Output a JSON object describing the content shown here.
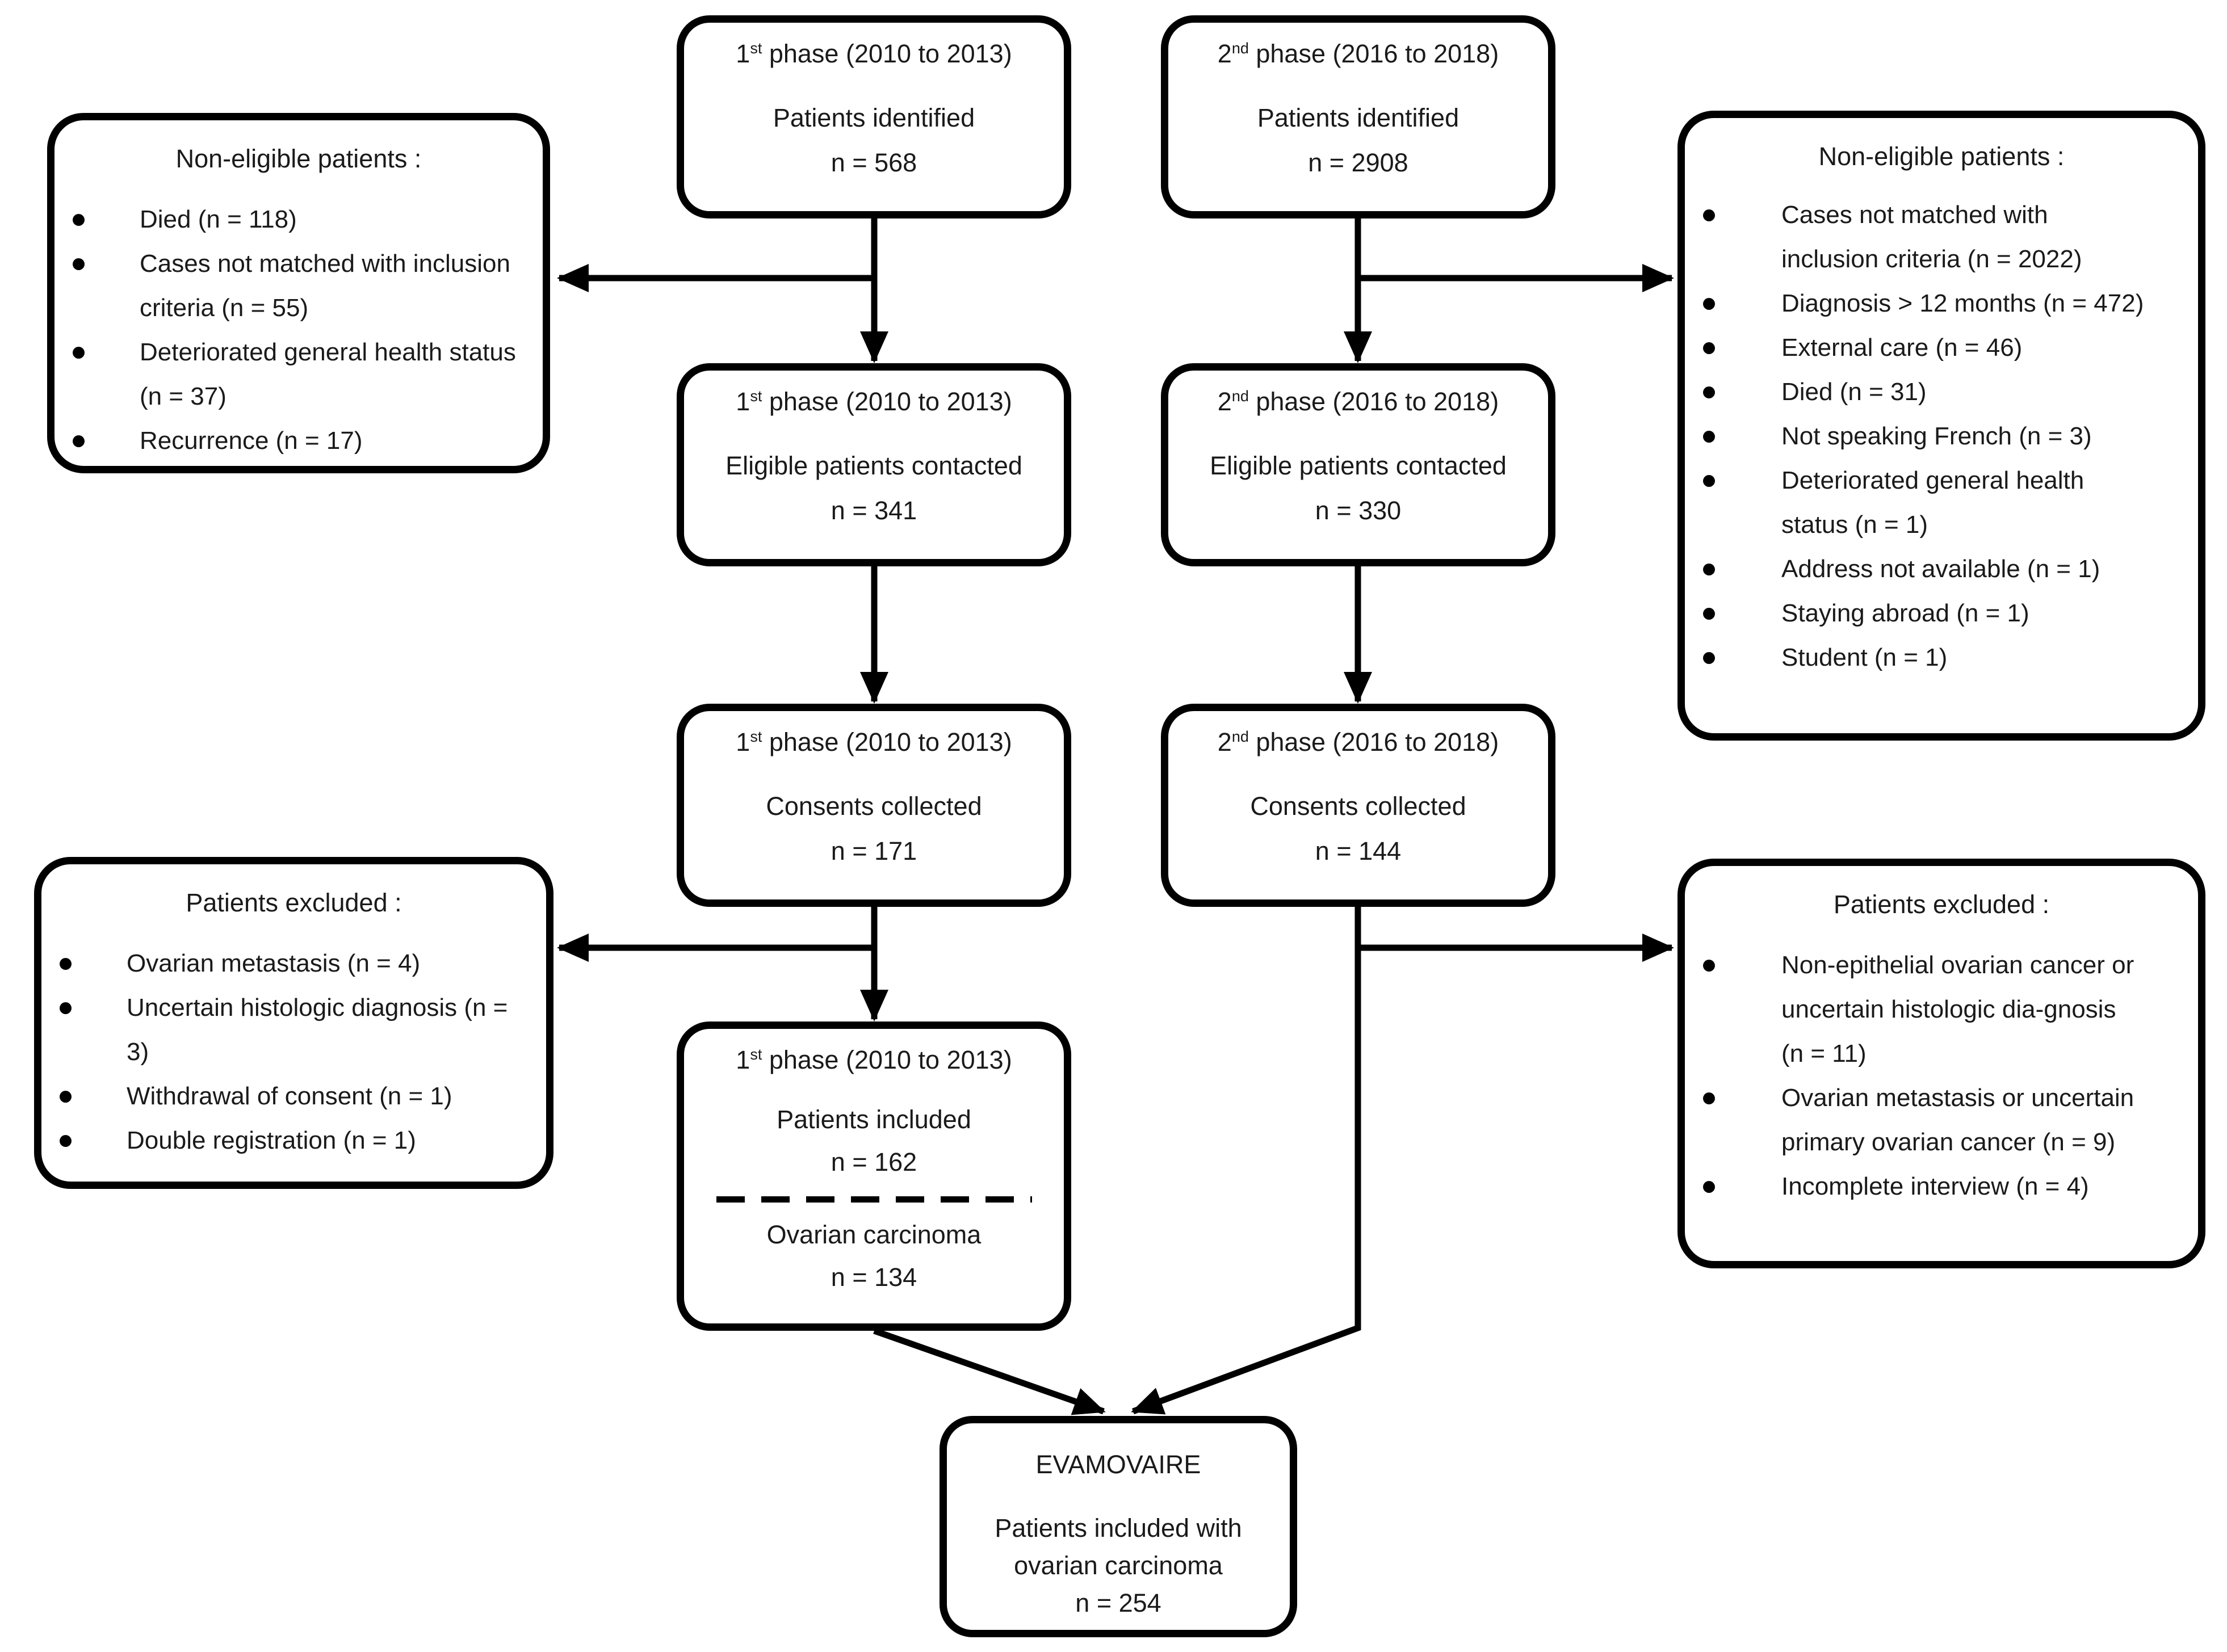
{
  "colors": {
    "stroke": "#000000",
    "text": "#1a1a1a",
    "background": "#ffffff"
  },
  "flow": {
    "phase1": {
      "identified": {
        "phase_num": "1",
        "phase_suffix": "st",
        "phase_rest": " phase (2010 to 2013)",
        "label": "Patients identified",
        "count": "n = 568"
      },
      "contacted": {
        "phase_num": "1",
        "phase_suffix": "st",
        "phase_rest": " phase (2010 to 2013)",
        "label": "Eligible patients contacted",
        "count": "n = 341"
      },
      "consents": {
        "phase_num": "1",
        "phase_suffix": "st",
        "phase_rest": " phase (2010 to 2013)",
        "label": "Consents collected",
        "count": "n = 171"
      },
      "included": {
        "phase_num": "1",
        "phase_suffix": "st",
        "phase_rest": " phase (2010 to 2013)",
        "label": "Patients included",
        "count": "n = 162",
        "sub_label": "Ovarian carcinoma",
        "sub_count": "n = 134"
      }
    },
    "phase2": {
      "identified": {
        "phase_num": "2",
        "phase_suffix": "nd",
        "phase_rest": " phase (2016 to 2018)",
        "label": "Patients identified",
        "count": "n = 2908"
      },
      "contacted": {
        "phase_num": "2",
        "phase_suffix": "nd",
        "phase_rest": " phase (2016 to 2018)",
        "label": "Eligible patients contacted",
        "count": "n = 330"
      },
      "consents": {
        "phase_num": "2",
        "phase_suffix": "nd",
        "phase_rest": " phase (2016 to 2018)",
        "label": "Consents collected",
        "count": "n = 144"
      }
    },
    "final": {
      "title": "EVAMOVAIRE",
      "label_line1": "Patients included with",
      "label_line2": "ovarian carcinoma",
      "count": "n = 254"
    }
  },
  "lists": {
    "noneligible1": {
      "title": "Non-eligible patients :",
      "items": [
        "Died (n = 118)",
        "Cases not matched with inclusion criteria (n = 55)",
        "Deteriorated general health status (n = 37)",
        "Recurrence (n = 17)"
      ]
    },
    "noneligible2": {
      "title": "Non-eligible patients :",
      "items": [
        "Cases not matched with inclusion criteria (n = 2022)",
        "Diagnosis > 12 months (n = 472)",
        "External care (n = 46)",
        "Died (n = 31)",
        "Not speaking French (n = 3)",
        "Deteriorated general health status (n = 1)",
        "Address not available (n = 1)",
        "Staying abroad (n = 1)",
        "Student (n = 1)"
      ]
    },
    "excluded1": {
      "title": "Patients excluded :",
      "items": [
        "Ovarian metastasis (n = 4)",
        "Uncertain histologic diagnosis (n = 3)",
        "Withdrawal of consent (n = 1)",
        "Double registration (n = 1)"
      ]
    },
    "excluded2": {
      "title": "Patients excluded :",
      "items": [
        "Non-epithelial ovarian cancer or uncertain histologic dia-gnosis (n = 11)",
        "Ovarian metastasis or uncertain primary ovarian cancer (n = 9)",
        "Incomplete interview (n = 4)"
      ]
    }
  }
}
